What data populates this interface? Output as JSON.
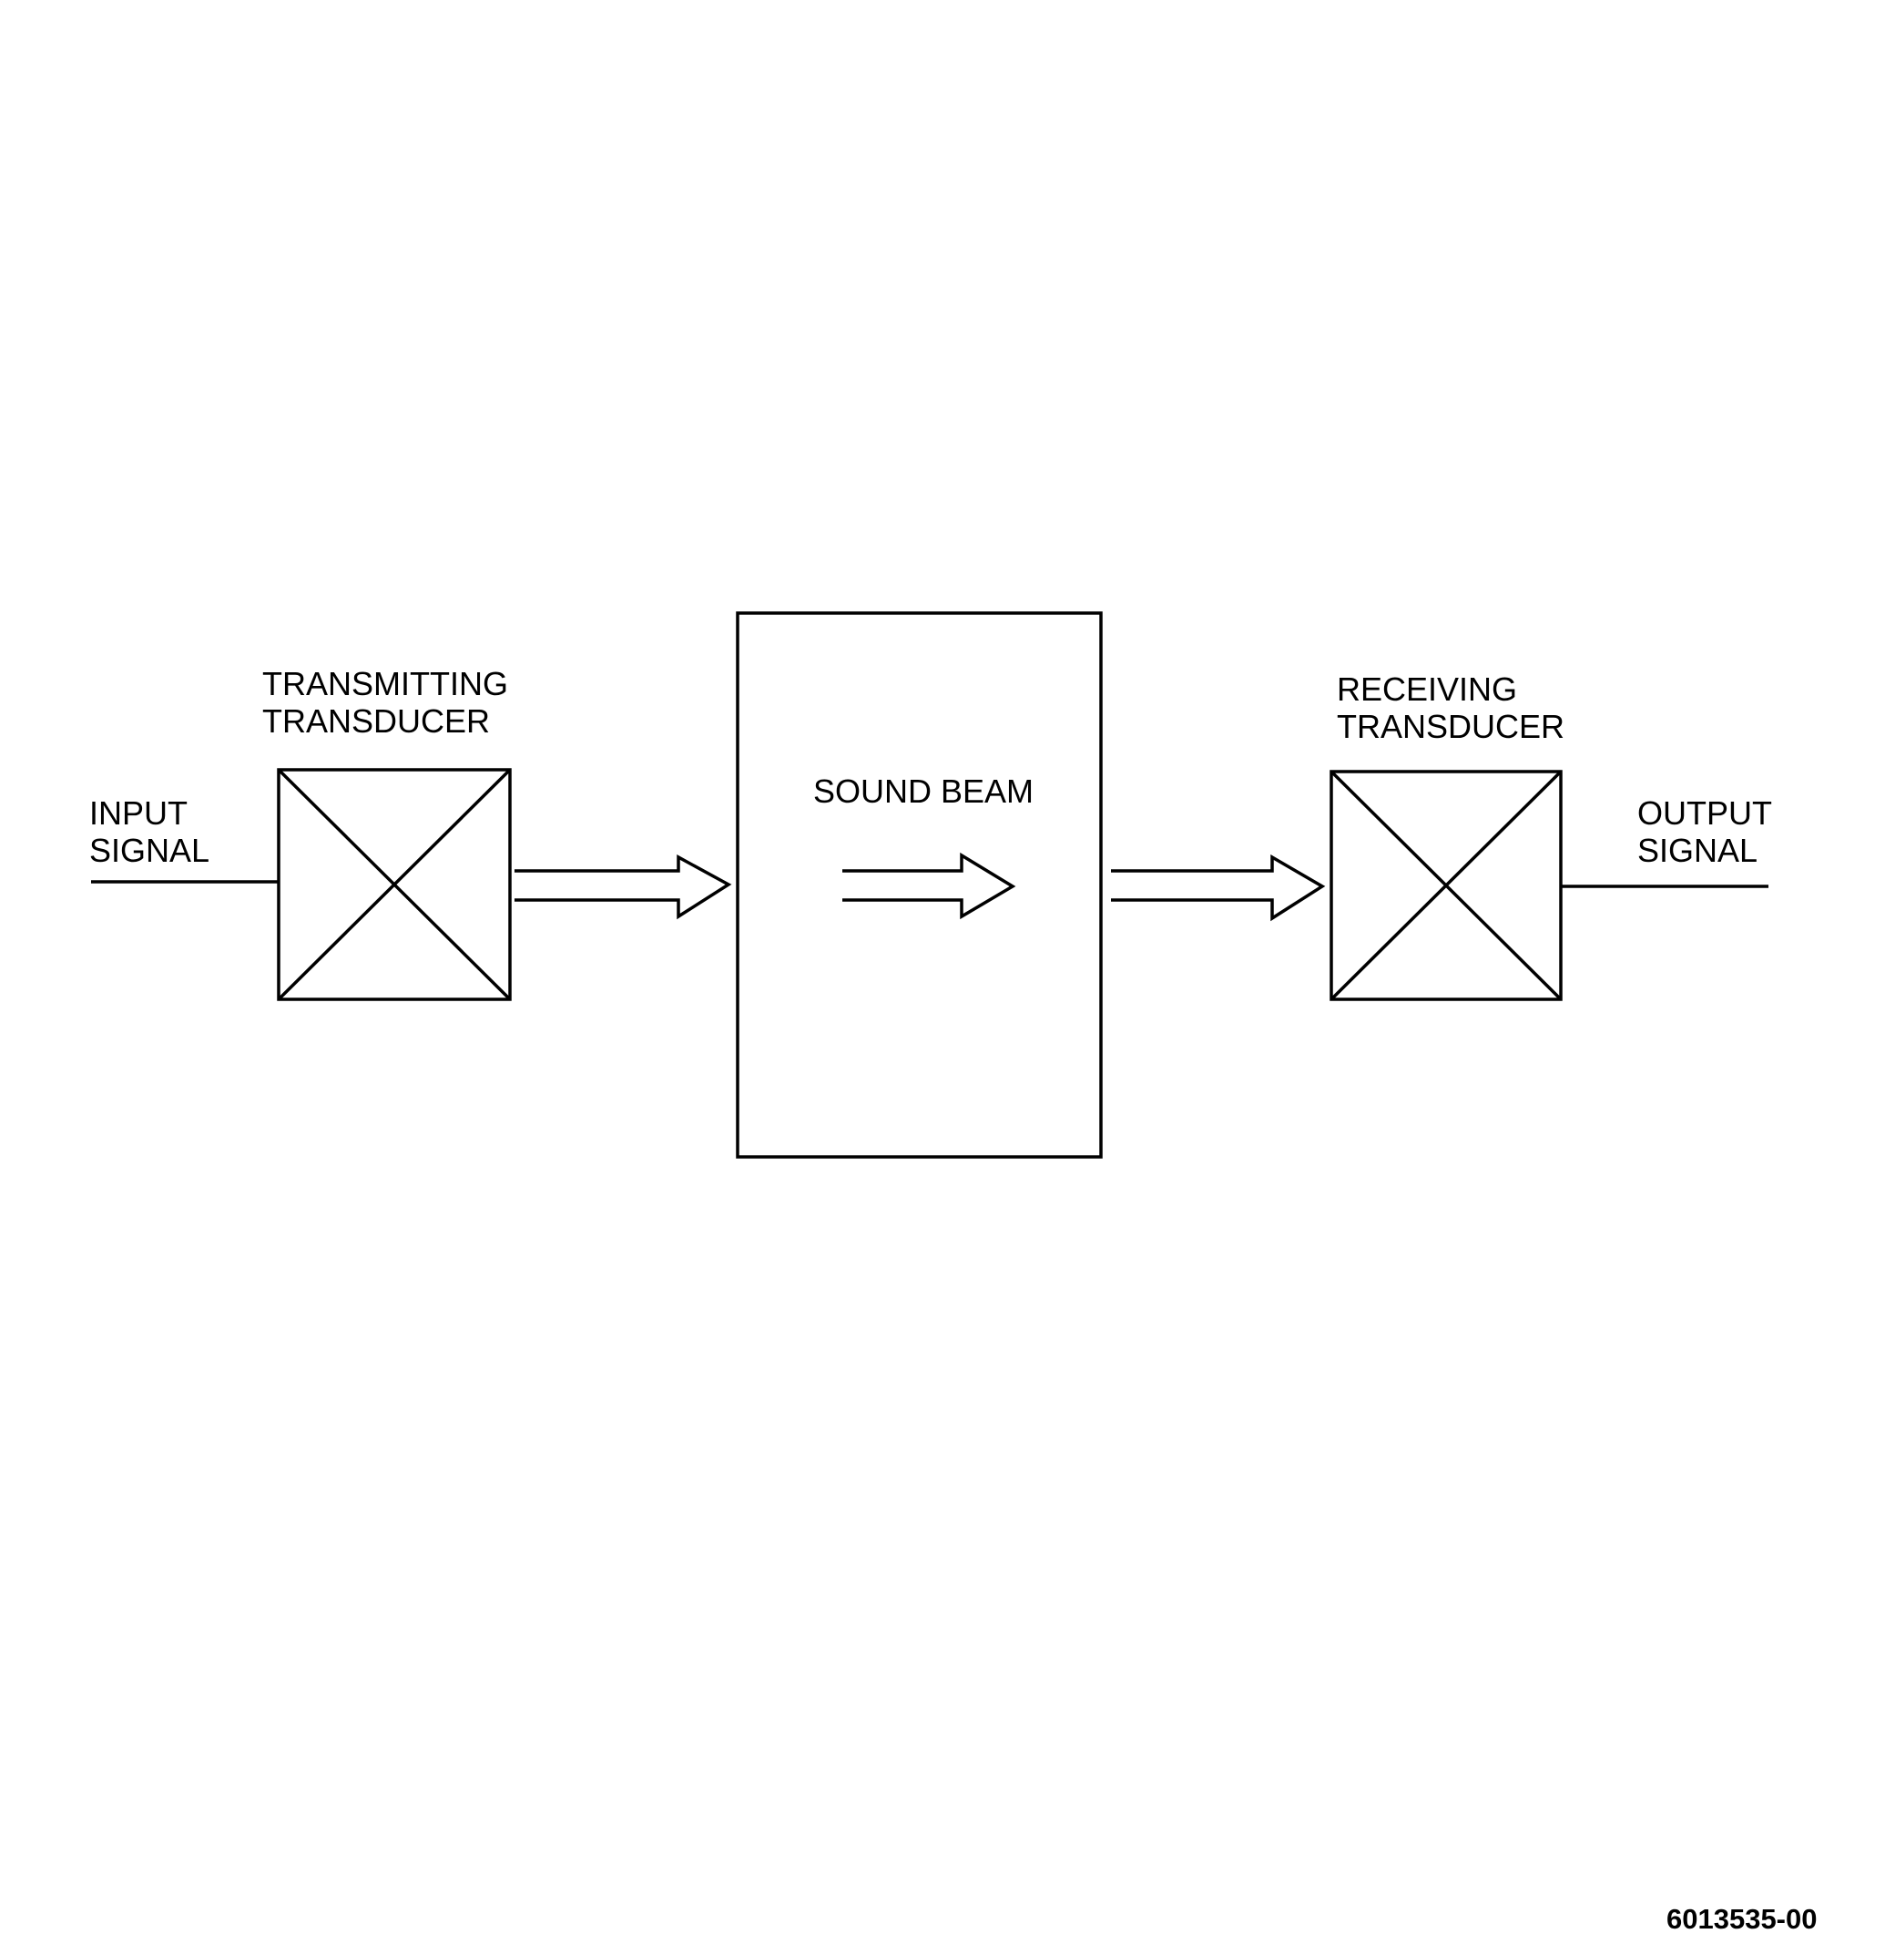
{
  "diagram": {
    "input_signal": {
      "line1": "INPUT",
      "line2": "SIGNAL"
    },
    "transmitting_transducer": {
      "line1": "TRANSMITTING",
      "line2": "TRANSDUCER"
    },
    "sound_beam": {
      "label": "SOUND BEAM"
    },
    "receiving_transducer": {
      "line1": "RECEIVING",
      "line2": "TRANSDUCER"
    },
    "output_signal": {
      "line1": "OUTPUT",
      "line2": "SIGNAL"
    },
    "figure_number": "6013535-00",
    "colors": {
      "line": "#000000",
      "background": "#ffffff"
    }
  }
}
